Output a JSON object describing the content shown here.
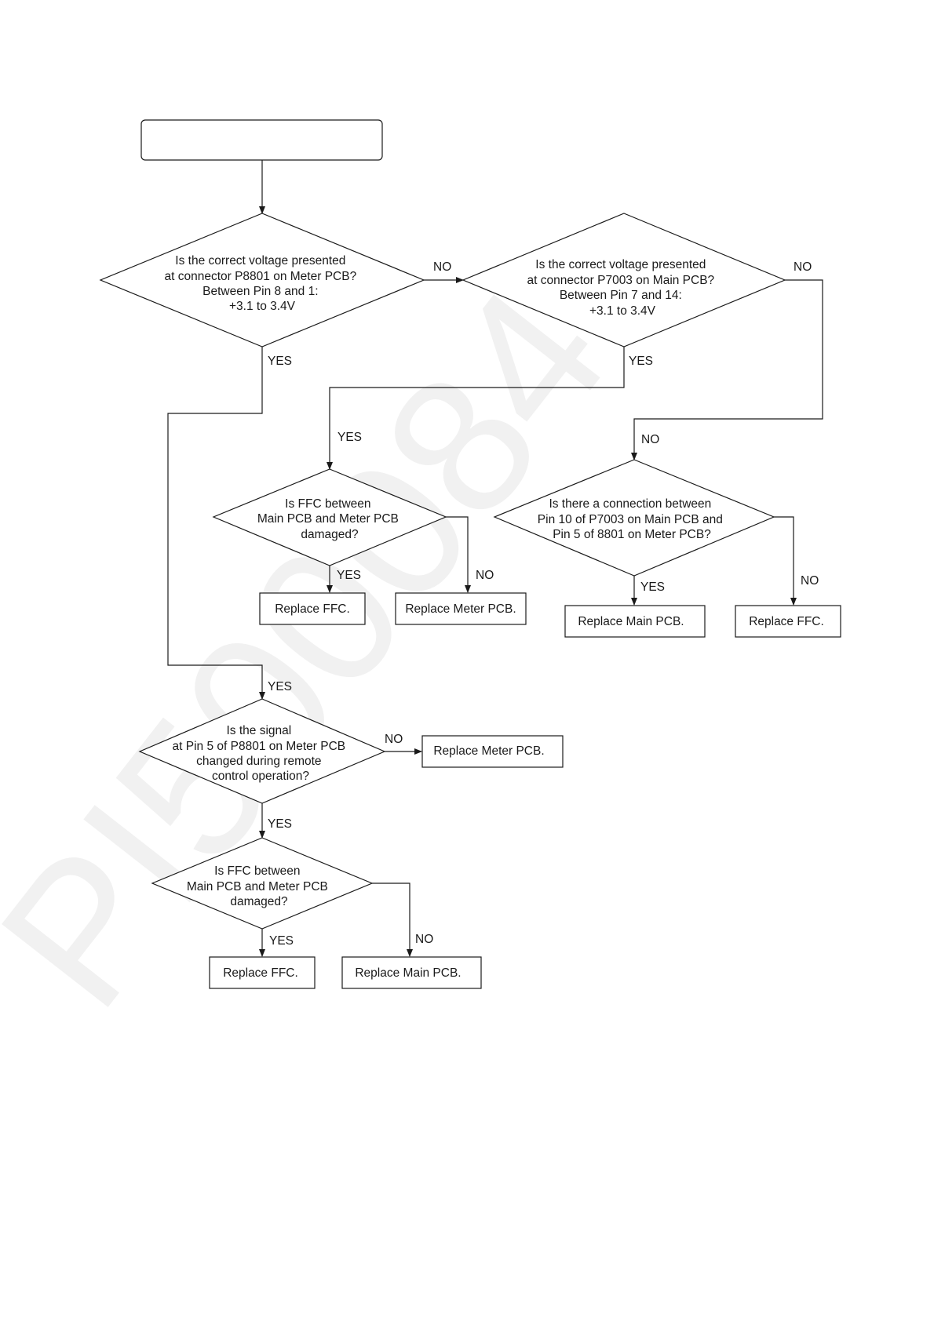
{
  "watermark": "PI500084",
  "nodes": {
    "start": "",
    "d1": [
      "Is the correct voltage presented",
      "at connector P8801 on Meter PCB?",
      "Between Pin 8 and 1:",
      "+3.1 to 3.4V"
    ],
    "d2": [
      "Is the correct voltage presented",
      "at connector P7003 on Main PCB?",
      "Between Pin 7 and 14:",
      "+3.1 to 3.4V"
    ],
    "d3": [
      "Is FFC between",
      "Main PCB and Meter PCB",
      "damaged?"
    ],
    "d4": [
      "Is there a connection between",
      "Pin 10 of P7003 on Main PCB and",
      "Pin 5 of 8801 on Meter PCB?"
    ],
    "d5": [
      "Is the signal",
      "at Pin 5 of P8801 on Meter PCB",
      "changed during remote",
      "control operation?"
    ],
    "d6": [
      "Is FFC between",
      "Main PCB and Meter PCB",
      "damaged?"
    ],
    "b1": "Replace FFC.",
    "b2": "Replace Meter PCB.",
    "b3": "Replace Main PCB.",
    "b4": "Replace FFC.",
    "b5": "Replace Meter PCB.",
    "b6": "Replace FFC.",
    "b7": "Replace Main PCB."
  },
  "edges": {
    "d1_no": "NO",
    "d2_no": "NO",
    "d1_yes": "YES",
    "d2_yes": "YES",
    "d3_in_yes": "YES",
    "d4_in_no": "NO",
    "d3_yes": "YES",
    "d3_no": "NO",
    "d4_yes": "YES",
    "d4_no": "NO",
    "d5_in_yes": "YES",
    "d5_no": "NO",
    "d5_yes": "YES",
    "d6_yes": "YES",
    "d6_no": "NO"
  }
}
